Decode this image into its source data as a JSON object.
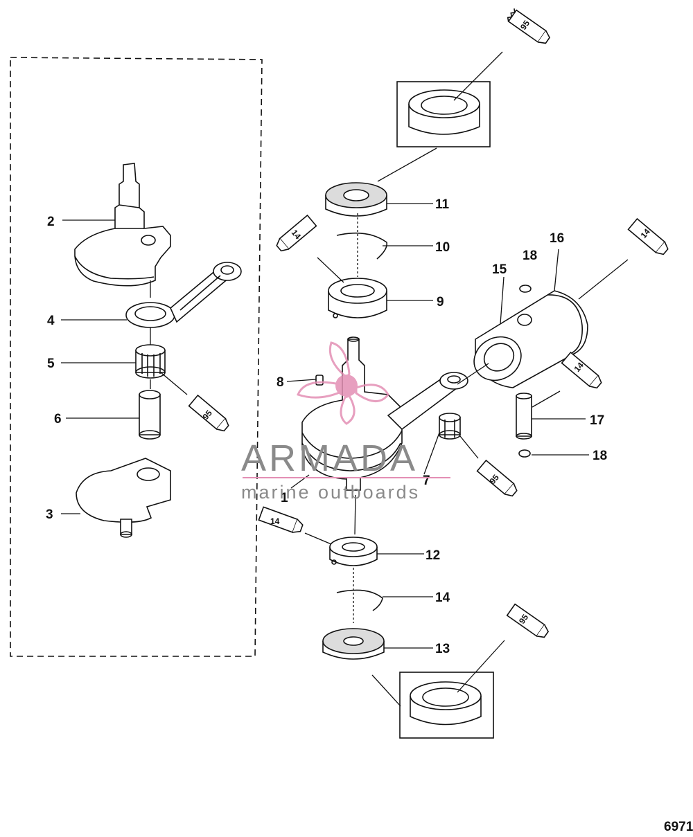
{
  "callouts": {
    "c1": "1",
    "c2": "2",
    "c3": "3",
    "c4": "4",
    "c5": "5",
    "c6": "6",
    "c7": "7",
    "c8": "8",
    "c9": "9",
    "c10": "10",
    "c11": "11",
    "c12": "12",
    "c13": "13",
    "c14": "14",
    "c15": "15",
    "c16": "16",
    "c17": "17",
    "c18a": "18",
    "c18b": "18"
  },
  "tubes": {
    "t_top": "95",
    "t_left9": "14",
    "t_right16": "14",
    "t_right17": "14",
    "t_left5": "95",
    "t_mid7": "95",
    "t_left12": "14",
    "t_bottom": "95"
  },
  "watermark": {
    "brand": "ARMADA",
    "tagline": "marine outboards",
    "accent_color": "#e38fb4",
    "text_color": "#8a8a8a"
  },
  "figure_number": "6971"
}
